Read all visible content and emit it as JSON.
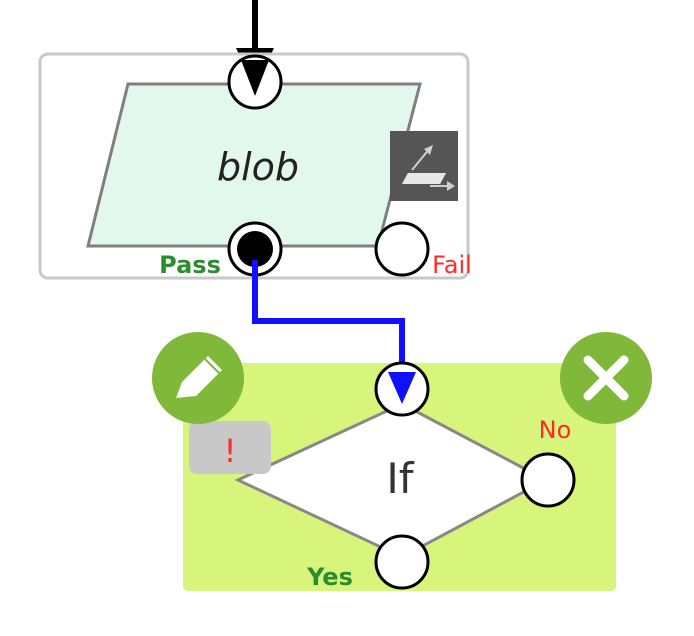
{
  "nodes": {
    "process": {
      "label": "blob",
      "fill": "#e3f8ec",
      "stroke": "#7f7f7f",
      "outputs": {
        "pass": {
          "label": "Pass",
          "color": "#2e8b2e"
        },
        "fail": {
          "label": "Fail",
          "color": "#ff2a2a"
        }
      },
      "action_icon": "move-transform-icon"
    },
    "decision": {
      "label": "If",
      "fill": "#d6f57a",
      "branch_yes": {
        "label": "Yes",
        "color": "#2e8b2e"
      },
      "branch_no": {
        "label": "No",
        "color": "#ff2a2a"
      },
      "warning": {
        "label": "!",
        "color": "#ff2a2a"
      },
      "edit_icon": "pencil-icon",
      "delete_icon": "close-icon",
      "button_color": "#80b83a"
    }
  },
  "connections": {
    "incoming_color": "#000000",
    "pass_to_if_color": "#1010ff"
  }
}
